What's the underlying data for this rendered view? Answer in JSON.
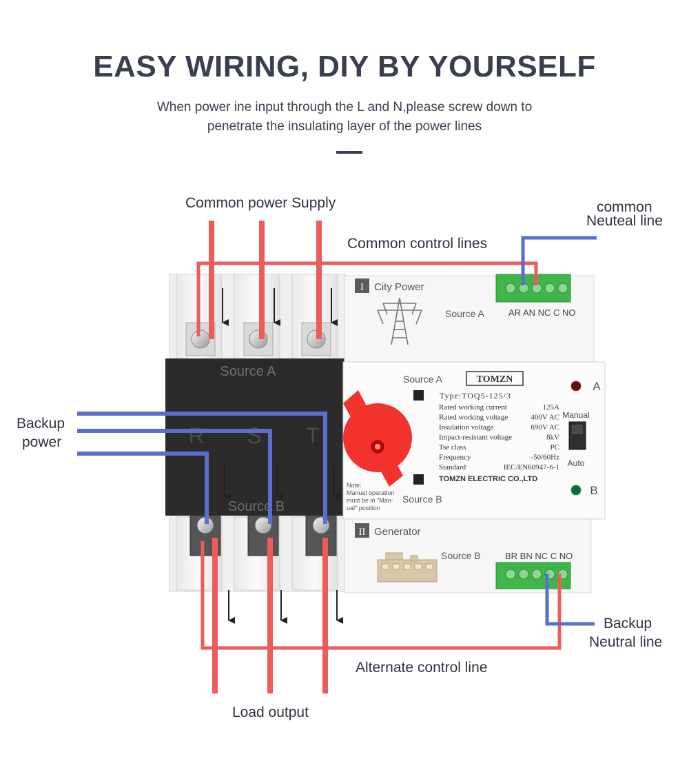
{
  "header": {
    "title": "EASY WIRING, DIY BY YOURSELF",
    "subtitle_line1": "When power ine input through the L and N,please screw down to",
    "subtitle_line2": "penetrate the insulating layer of the power lines"
  },
  "labels": {
    "common_power_supply": "Common power Supply",
    "common_neutral_line_1": "common",
    "common_neutral_line_2": "Neuteal line",
    "common_control_lines": "Common control lines",
    "backup_power_1": "Backup",
    "backup_power_2": "power",
    "backup_neutral_line_1": "Backup",
    "backup_neutral_line_2": "Neutral line",
    "alternate_control_line": "Alternate control line",
    "load_output": "Load output"
  },
  "device": {
    "source_a_top": "Source A",
    "source_b_bottom": "Source B",
    "phase_r": "R",
    "phase_s": "S",
    "phase_t": "T",
    "section_1_numeral": "I",
    "city_power": "City Power",
    "section_2_numeral": "II",
    "generator": "Generator",
    "source_a_side": "Source A",
    "source_b_side": "Source B",
    "terminal_a_labels": "AR AN NC C NO",
    "terminal_b_labels": "BR BN NC C NO",
    "brand": "TOMZN",
    "face_source_a": "Source A",
    "face_source_b": "Source B",
    "indicator_a": "A",
    "indicator_b": "B",
    "manual": "Manual",
    "auto": "Auto",
    "type_line": "Type:TOQ5-125/3",
    "specs": [
      {
        "name": "Rated working current",
        "value": "125A"
      },
      {
        "name": "Rated working voltage",
        "value": "400V AC"
      },
      {
        "name": "Insulation voltage",
        "value": "690V AC"
      },
      {
        "name": "Impact-resistant voltage",
        "value": "8kV"
      },
      {
        "name": "Tse class",
        "value": "PC"
      },
      {
        "name": "Frequency",
        "value": "-50/60Hz"
      },
      {
        "name": "Standard",
        "value": "IEC/EN60947-6-1"
      }
    ],
    "manufacturer": "TOMZN ELECTRIC CO.,LTD",
    "note_1": "Note:",
    "note_2": "Manual oparation",
    "note_3": "must be in  \"Man-",
    "note_4": "ual\"  position"
  },
  "colors": {
    "red_wire": "#ee5b5b",
    "blue_wire": "#5a6ed0",
    "text_dark": "#3a3f4e",
    "knob_red": "#f2322d",
    "terminal_green": "#3fb54a",
    "black_cover": "#2b2b2b"
  }
}
